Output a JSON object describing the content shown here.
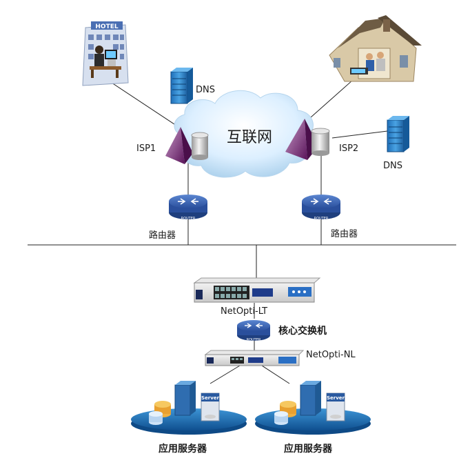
{
  "diagram": {
    "cloud_label": "互联网",
    "hotel_sign": "HOTEL",
    "dns_left": "DNS",
    "dns_right": "DNS",
    "isp1": "ISP1",
    "isp2": "ISP2",
    "router_left": "路由器",
    "router_right": "路由器",
    "router_badge": "ROUTER",
    "netopti_lt": "NetOpti-LT",
    "core_switch": "核心交换机",
    "netopti_nl": "NetOpti-NL",
    "server_badge": "Server",
    "app_server_left": "应用服务器",
    "app_server_right": "应用服务器"
  },
  "colors": {
    "cloud": "#cfe8f7",
    "router": "#2f5aa8",
    "pyramid": "#6a1f6a",
    "server_blue": "#2a7fc4",
    "platform": "#1e6fb0"
  }
}
